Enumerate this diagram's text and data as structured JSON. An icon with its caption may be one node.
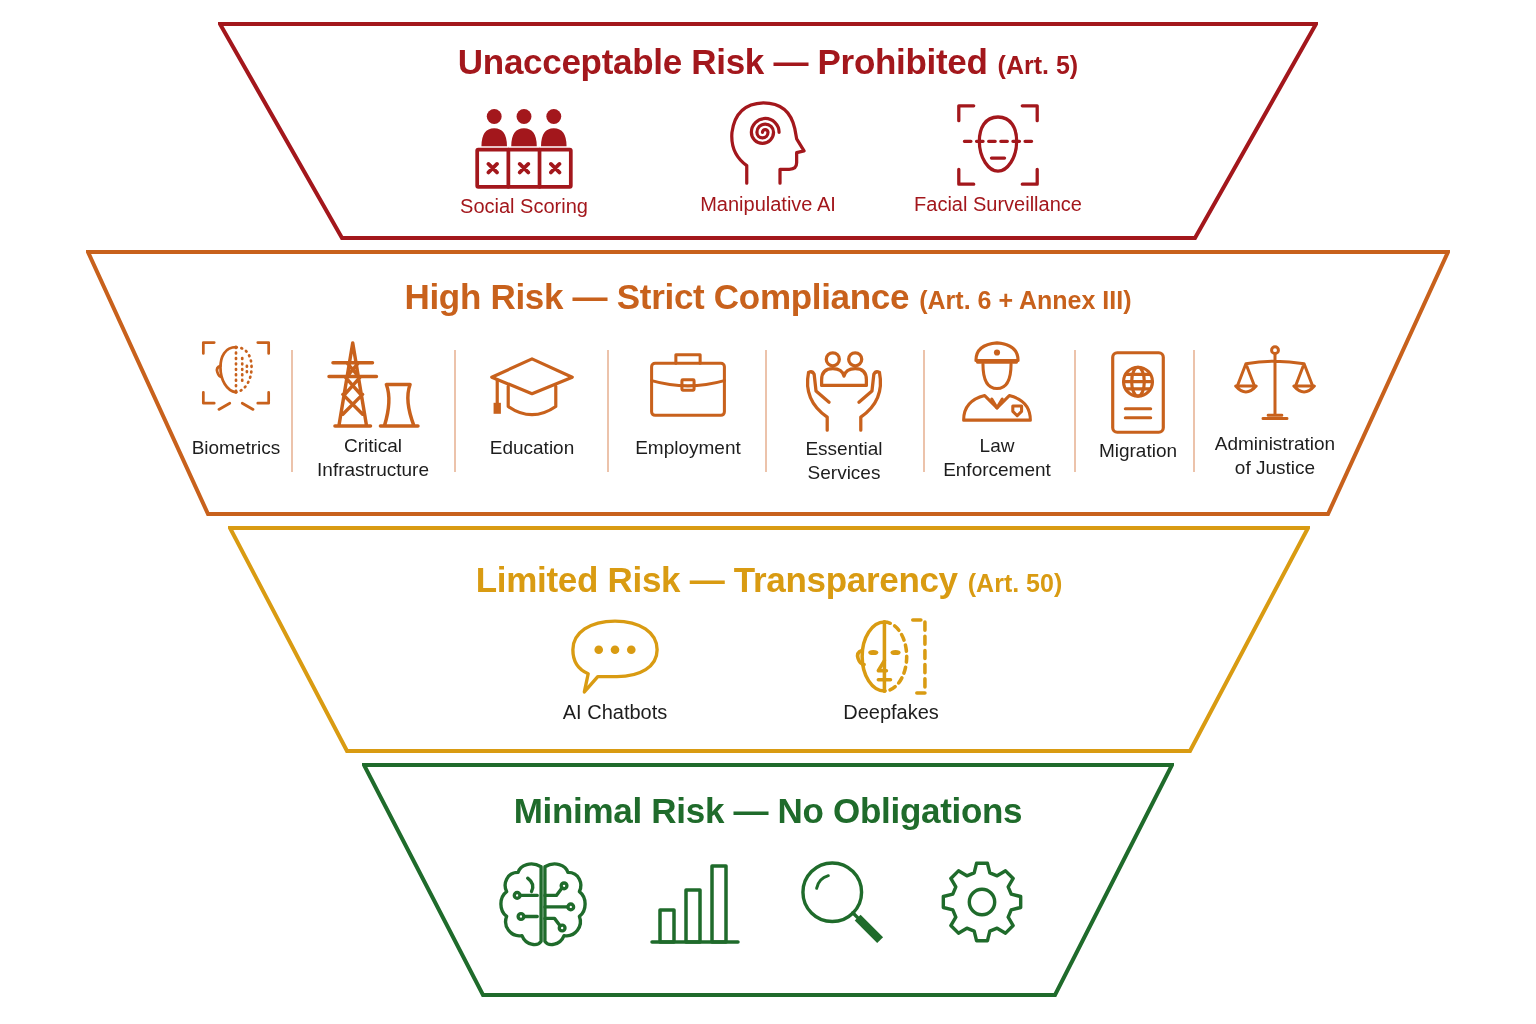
{
  "diagram": {
    "nodes": [
      {
        "text": [
          "Unacceptable Risk — Prohibited",
          "(Art. 5)"
        ]
      },
      {
        "text": [
          "Social Scoring"
        ],
        "in": 0
      },
      {
        "text": [
          "Manipulative AI"
        ],
        "in": 0
      },
      {
        "text": [
          "Facial Surveillance"
        ],
        "in": 0
      },
      {
        "text": [
          "High Risk — Strict Compliance",
          "(Art. 6 + Annex III)"
        ]
      },
      {
        "text": [
          "Biometrics"
        ],
        "in": 4
      },
      {
        "text": [
          "Critical Infrastructure"
        ],
        "in": 4
      },
      {
        "text": [
          "Education"
        ],
        "in": 4
      },
      {
        "text": [
          "Employment"
        ],
        "in": 4
      },
      {
        "text": [
          "Essential Services"
        ],
        "in": 4
      },
      {
        "text": [
          "Law Enforcement"
        ],
        "in": 4
      },
      {
        "text": [
          "Migration"
        ],
        "in": 4
      },
      {
        "text": [
          "Administration of Justice"
        ],
        "in": 4
      },
      {
        "text": [
          "Limited Risk — Transparency",
          "(Art. 50)"
        ]
      },
      {
        "text": [
          "AI Chatbots"
        ],
        "in": 13
      },
      {
        "text": [
          "Deepfakes"
        ],
        "in": 13
      },
      {
        "text": [
          "Minimal Risk — No Obligations"
        ]
      },
      {
        "text": [],
        "shape": "picture",
        "in": 16
      },
      {
        "text": [],
        "shape": "picture",
        "in": 16
      },
      {
        "text": [],
        "shape": "picture",
        "in": 16
      },
      {
        "text": [],
        "shape": "picture",
        "in": 16
      }
    ]
  }
}
